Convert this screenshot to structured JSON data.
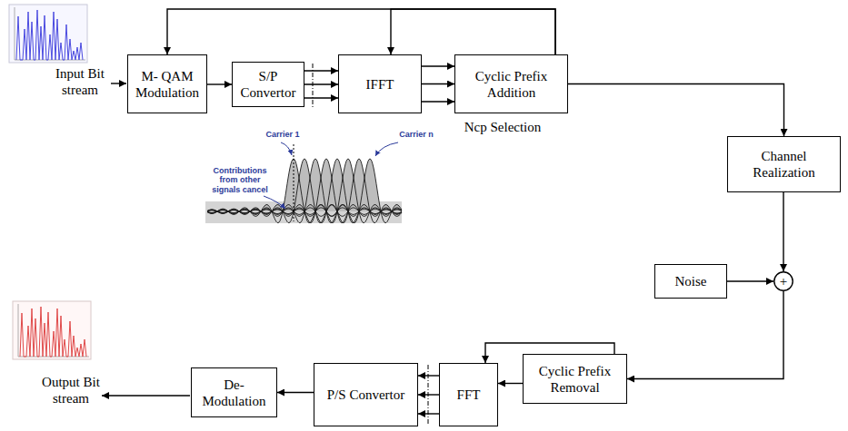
{
  "diagram": {
    "nodes": [
      {
        "text": [
          "M- QAM Modulation"
        ]
      },
      {
        "text": [
          "S/P Convertor"
        ]
      },
      {
        "text": [
          "IFFT"
        ]
      },
      {
        "text": [
          "Cyclic Prefix Addition"
        ]
      },
      {
        "text": [
          "Channel Realization"
        ]
      },
      {
        "text": [
          "Noise"
        ]
      },
      {
        "text": [
          "+"
        ]
      },
      {
        "text": [
          "Cyclic Prefix Removal"
        ]
      },
      {
        "text": [
          "FFT"
        ]
      },
      {
        "text": [
          "P/S Convertor"
        ]
      },
      {
        "text": [
          "De- Modulation"
        ]
      }
    ],
    "edges": [
      {
        "from": 0,
        "to": 1,
        "arrow": "to"
      },
      {
        "from": 1,
        "to": 2,
        "arrow": "to"
      },
      {
        "from": 1,
        "to": 2,
        "arrow": "to"
      },
      {
        "from": 1,
        "to": 2,
        "arrow": "to"
      },
      {
        "from": 2,
        "to": 3,
        "arrow": "to"
      },
      {
        "from": 2,
        "to": 3,
        "arrow": "to"
      },
      {
        "from": 2,
        "to": 3,
        "arrow": "to"
      },
      {
        "from": 3,
        "to": 4,
        "arrow": "to"
      },
      {
        "from": 3,
        "to": 0,
        "arrow": "to"
      },
      {
        "from": 3,
        "to": 2,
        "arrow": "to"
      },
      {
        "from": 4,
        "to": 6,
        "arrow": "to"
      },
      {
        "from": 5,
        "to": 6,
        "arrow": "to"
      },
      {
        "from": 6,
        "to": 7,
        "arrow": "to"
      },
      {
        "from": 7,
        "to": 8,
        "arrow": "to"
      },
      {
        "from": 7,
        "to": 8,
        "arrow": "to"
      },
      {
        "from": 8,
        "to": 9,
        "arrow": "to"
      },
      {
        "from": 8,
        "to": 9,
        "arrow": "to"
      },
      {
        "from": 8,
        "to": 9,
        "arrow": "to"
      },
      {
        "from": 9,
        "to": 10,
        "arrow": "to"
      }
    ],
    "labels": [
      "Input Bit stream",
      "Ncp Selection",
      "Carrier 1",
      "Carrier n",
      "Contributions from other signals cancel",
      "Output Bit stream"
    ]
  }
}
